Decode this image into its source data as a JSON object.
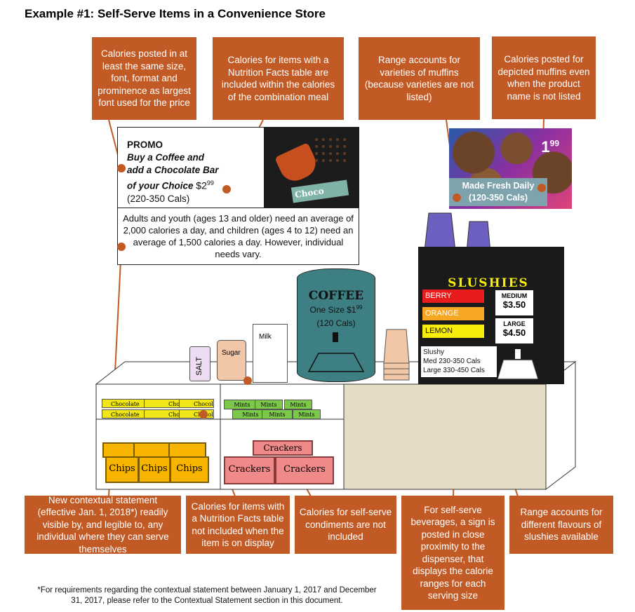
{
  "title": "Example #1: Self-Serve Items in a Convenience Store",
  "callouts_top": [
    "Calories posted in at least the same size, font, format and prominence as largest font used for the price",
    "Calories for items with a Nutrition Facts table are included within the calories of the combination meal",
    "Range accounts for varieties of muffins (because varieties are not listed)",
    "Calories posted for depicted  muffins even when the product  name is not listed"
  ],
  "callouts_bottom": [
    "New contextual statement (effective Jan. 1, 2018*) readily visible by, and legible to, any individual where they can serve themselves",
    "Calories for items with a Nutrition Facts table not included when the item is on display",
    "Calories for self-serve condiments are not included",
    "For self-serve beverages, a sign is posted in close proximity to the dispenser, that displays the calorie ranges for each serving size",
    "Range accounts for different flavours of slushies available"
  ],
  "promo": {
    "heading": "PROMO",
    "line1": "Buy a Coffee and",
    "line2": "add a Chocolate Bar",
    "line3": "of your Choice",
    "price": "$2",
    "price_sup": "99",
    "cals": "(220-350 Cals)",
    "choco_label": "Choco"
  },
  "contextual_statement": "Adults and youth (ages 13 and older) need an average of 2,000 calories a day, and children (ages 4 to 12) need an average of 1,500 calories a day. However, individual needs vary.",
  "muffin_sign": {
    "price": "1",
    "price_sup": "99",
    "line1": "Made Fresh Daily",
    "line2": "(120-350 Cals)"
  },
  "coffee": {
    "title": "COFFEE",
    "line1": "One Size $1",
    "line1_sup": "99",
    "cals": "(120 Cals)"
  },
  "condiments": {
    "salt": "SALT",
    "sugar": "Sugar",
    "milk": "Milk"
  },
  "slushies": {
    "title": "SLUSHIES",
    "flavours": [
      "BERRY",
      "ORANGE",
      "LEMON"
    ],
    "medium_label": "MEDIUM",
    "medium_price": "$3.50",
    "large_label": "LARGE",
    "large_price": "$4.50",
    "info1": "Slushy",
    "info2": "Med 230-350 Cals",
    "info3": "Large 330-450 Cals",
    "colors": {
      "berry": "#e81c1c",
      "orange": "#f5a623",
      "lemon": "#f7ec0a"
    }
  },
  "shelf": {
    "chocolate": "Chocolate",
    "mints": "Mints",
    "chips": "Chips",
    "crackers": "Crackers"
  },
  "footnote": "*For requirements regarding the contextual statement between January 1, 2017 and December 31, 2017, please refer to the Contextual Statement section in this document.",
  "colors": {
    "callout": "#c25a25",
    "coffee": "#3d7f82",
    "chips": "#f7b500",
    "crackers": "#f08a8a",
    "mints": "#7cc84a",
    "chocolate": "#f0e61a"
  }
}
